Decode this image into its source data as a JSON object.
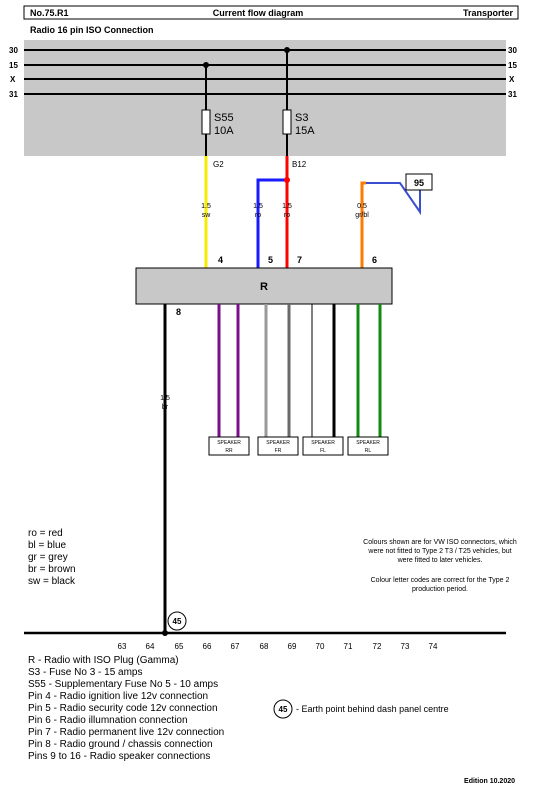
{
  "header": {
    "doc_no": "No.75.R1",
    "title": "Current flow diagram",
    "vehicle": "Transporter",
    "subtitle": "Radio 16 pin ISO Connection"
  },
  "rails": [
    "30",
    "15",
    "X",
    "31"
  ],
  "fuses": [
    {
      "id": "S55",
      "rating": "10A"
    },
    {
      "id": "S3",
      "rating": "15A"
    }
  ],
  "connectors": {
    "g2": "G2",
    "b12": "B12"
  },
  "wires": {
    "pin4": {
      "size": "1.5",
      "code": "sw",
      "color": "#f5ec00"
    },
    "pin5": {
      "size": "1.5",
      "code": "ro",
      "color": "#1a1aff"
    },
    "pin7": {
      "size": "1.5",
      "code": "ro",
      "color": "#ff0000"
    },
    "pin6": {
      "size": "0.5",
      "code": "gr/bl",
      "color": "#ff7a00"
    },
    "pin8": {
      "size": "1.5",
      "code": "br",
      "color": "#000000"
    },
    "illum_branch_color": "#3a4fd0"
  },
  "pins": {
    "p4": "4",
    "p5": "5",
    "p7": "7",
    "p6": "6",
    "p8": "8"
  },
  "ref_box": "95",
  "radio_label": "R",
  "speaker_word": "SPEAKER",
  "speakers": [
    {
      "code": "RR",
      "colors": [
        "#7a0f8a",
        "#7a0f8a"
      ]
    },
    {
      "code": "FR",
      "colors": [
        "#9a9a9a",
        "#6a6a6a"
      ]
    },
    {
      "code": "FL",
      "colors": [
        "#000000",
        "#000000"
      ]
    },
    {
      "code": "RL",
      "colors": [
        "#138a13",
        "#138a13"
      ]
    }
  ],
  "color_legend": [
    "ro = red",
    "bl = blue",
    "gr = grey",
    "br = brown",
    "sw = black"
  ],
  "note_lines": [
    "Colours shown are for VW ISO connectors, which",
    "were not fitted to Type 2 T3 / T25 vehicles, but",
    "were fitted to later vehicles.",
    "",
    "Colour letter codes are correct for the Type 2",
    "production period."
  ],
  "earth": {
    "number": "45",
    "description": "- Earth point behind dash panel centre"
  },
  "scale": [
    "63",
    "64",
    "65",
    "66",
    "67",
    "68",
    "69",
    "70",
    "71",
    "72",
    "73",
    "74"
  ],
  "legend": [
    "R  -  Radio with ISO Plug (Gamma)",
    "S3  -  Fuse No 3 - 15 amps",
    "S55 - Supplementary Fuse No 5 - 10 amps",
    "Pin 4 - Radio ignition live 12v connection",
    "Pin 5 - Radio security code 12v connection",
    "Pin 6 - Radio illumnation connection",
    "Pin 7 - Radio permanent live 12v connection",
    "Pin 8 - Radio ground / chassis connection",
    "Pins 9 to 16 - Radio speaker connections"
  ],
  "edition": "Edition 10.2020"
}
